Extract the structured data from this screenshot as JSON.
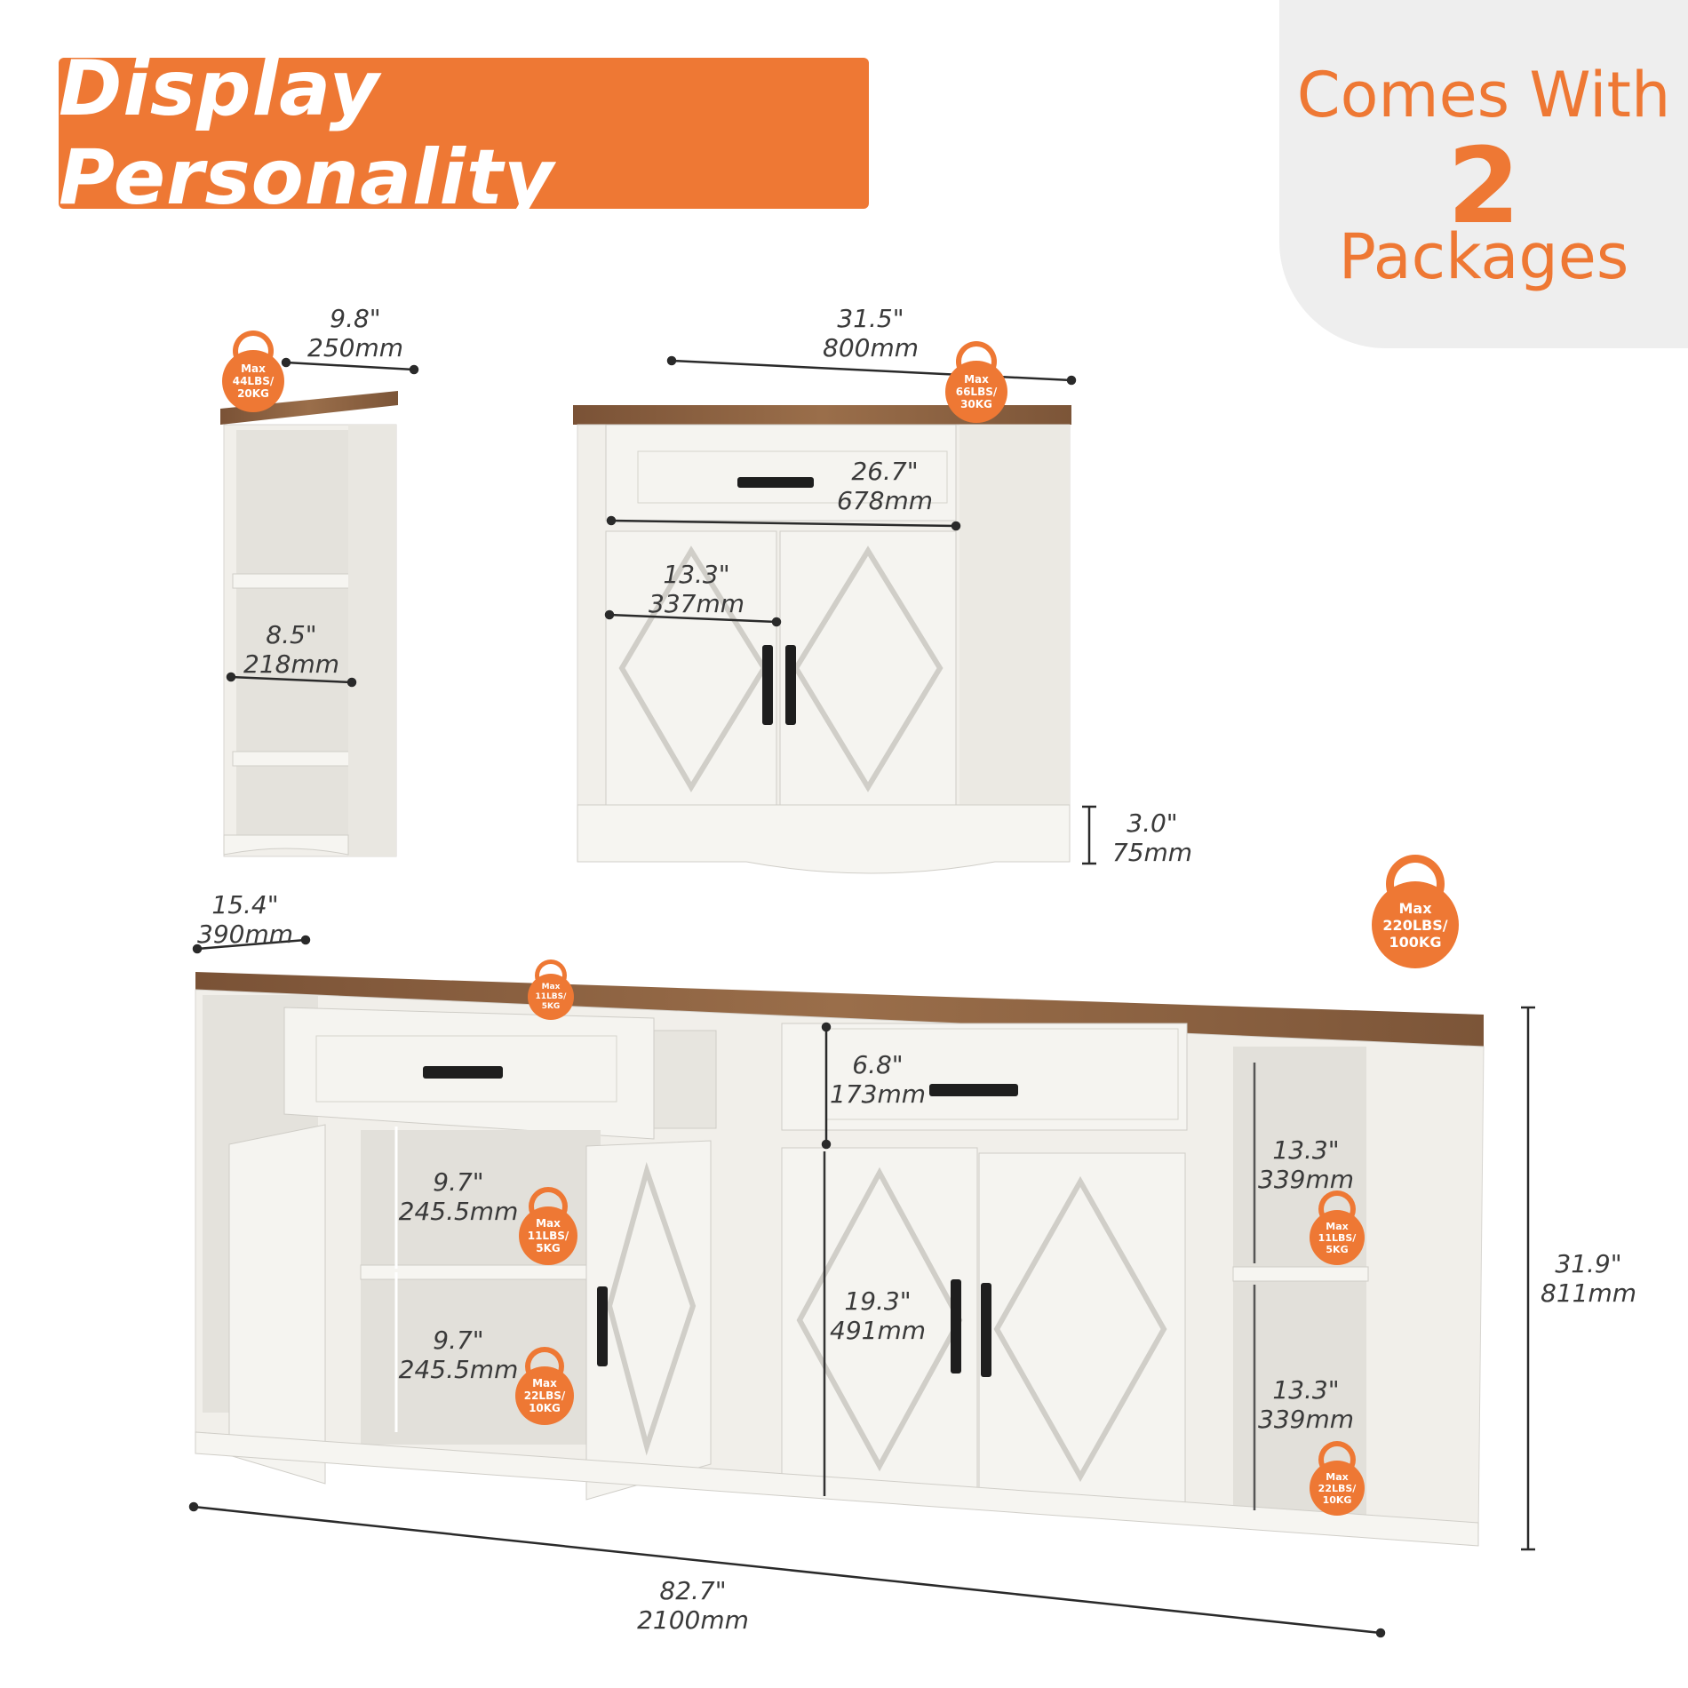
{
  "banner": {
    "title": "Display Personality"
  },
  "packages": {
    "line1": "Comes With",
    "count": "2",
    "line2": "Packages"
  },
  "colors": {
    "accent": "#ee7834",
    "wood": "#8a5f3e",
    "cabinet": "#f1efea",
    "handle": "#1e1e1e"
  },
  "dimensions": {
    "small_width_in": "9.8\"",
    "small_width_mm": "250mm",
    "small_shelf_in": "8.5\"",
    "small_shelf_mm": "218mm",
    "mid_width_in": "31.5\"",
    "mid_width_mm": "800mm",
    "mid_drawer_in": "26.7\"",
    "mid_drawer_mm": "678mm",
    "mid_door_in": "13.3\"",
    "mid_door_mm": "337mm",
    "mid_leg_in": "3.0\"",
    "mid_leg_mm": "75mm",
    "big_depth_in": "15.4\"",
    "big_depth_mm": "390mm",
    "big_drawer_h_in": "6.8\"",
    "big_drawer_h_mm": "173mm",
    "left_shelf_top_in": "9.7\"",
    "left_shelf_top_mm": "245.5mm",
    "left_shelf_bot_in": "9.7\"",
    "left_shelf_bot_mm": "245.5mm",
    "center_door_in": "19.3\"",
    "center_door_mm": "491mm",
    "right_shelf_top_in": "13.3\"",
    "right_shelf_top_mm": "339mm",
    "right_shelf_bot_in": "13.3\"",
    "right_shelf_bot_mm": "339mm",
    "total_height_in": "31.9\"",
    "total_height_mm": "811mm",
    "total_width_in": "82.7\"",
    "total_width_mm": "2100mm"
  },
  "badges": {
    "b1": {
      "max": "Max",
      "lbs": "44LBS/",
      "kg": "20KG"
    },
    "b2": {
      "max": "Max",
      "lbs": "66LBS/",
      "kg": "30KG"
    },
    "b3": {
      "max": "Max",
      "lbs": "220LBS/",
      "kg": "100KG"
    },
    "b4": {
      "max": "Max",
      "lbs": "11LBS/",
      "kg": "5KG"
    },
    "b5": {
      "max": "Max",
      "lbs": "11LBS/",
      "kg": "5KG"
    },
    "b6": {
      "max": "Max",
      "lbs": "22LBS/",
      "kg": "10KG"
    },
    "b7": {
      "max": "Max",
      "lbs": "11LBS/",
      "kg": "5KG"
    },
    "b8": {
      "max": "Max",
      "lbs": "22LBS/",
      "kg": "10KG"
    }
  }
}
